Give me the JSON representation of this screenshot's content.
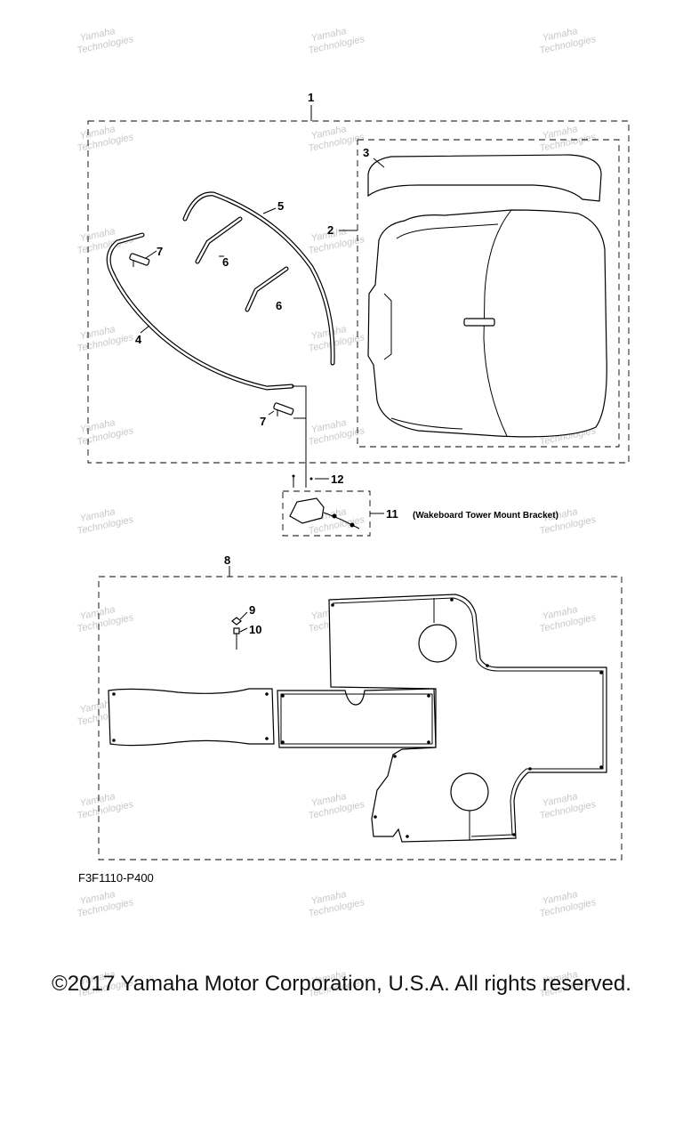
{
  "diagram": {
    "callouts": {
      "c1": "1",
      "c2": "2",
      "c3": "3",
      "c4": "4",
      "c5": "5",
      "c6a": "6",
      "c6b": "6",
      "c7a": "7",
      "c7b": "7",
      "c8": "8",
      "c9": "9",
      "c10": "10",
      "c11": "11",
      "c12": "12"
    },
    "bracket_note": "(Wakeboard Tower Mount Bracket)",
    "drawing_code": "F3F1110-P400",
    "watermark_lines": [
      "Yamaha",
      "Technologies"
    ]
  },
  "footer": {
    "copyright": "©2017 Yamaha Motor Corporation, U.S.A. All rights reserved."
  }
}
